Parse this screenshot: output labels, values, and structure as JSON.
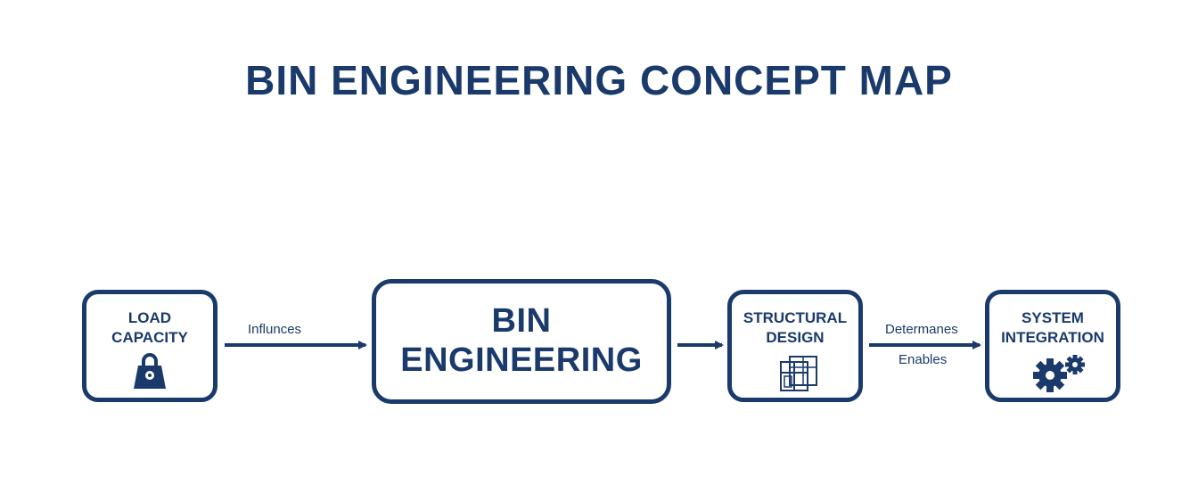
{
  "title": "BIN ENGINEERING CONCEPT MAP",
  "nodes": {
    "load_capacity": {
      "label": "LOAD\nCAPACITY",
      "icon": "weight-lock-icon"
    },
    "bin_engineering": {
      "label": "BIN\nENGINEERING"
    },
    "structural_design": {
      "label": "STRUCTURAL\nDESIGN",
      "icon": "blueprint-icon"
    },
    "system_integration": {
      "label": "SYSTEM\nINTEGRATION",
      "icon": "gears-icon"
    }
  },
  "edges": {
    "load_to_bin": "Influnces",
    "struct_to_system_top": "Determanes",
    "struct_to_system_bottom": "Enables"
  },
  "colors": {
    "primary": "#1a3a6b",
    "background": "#ffffff"
  }
}
